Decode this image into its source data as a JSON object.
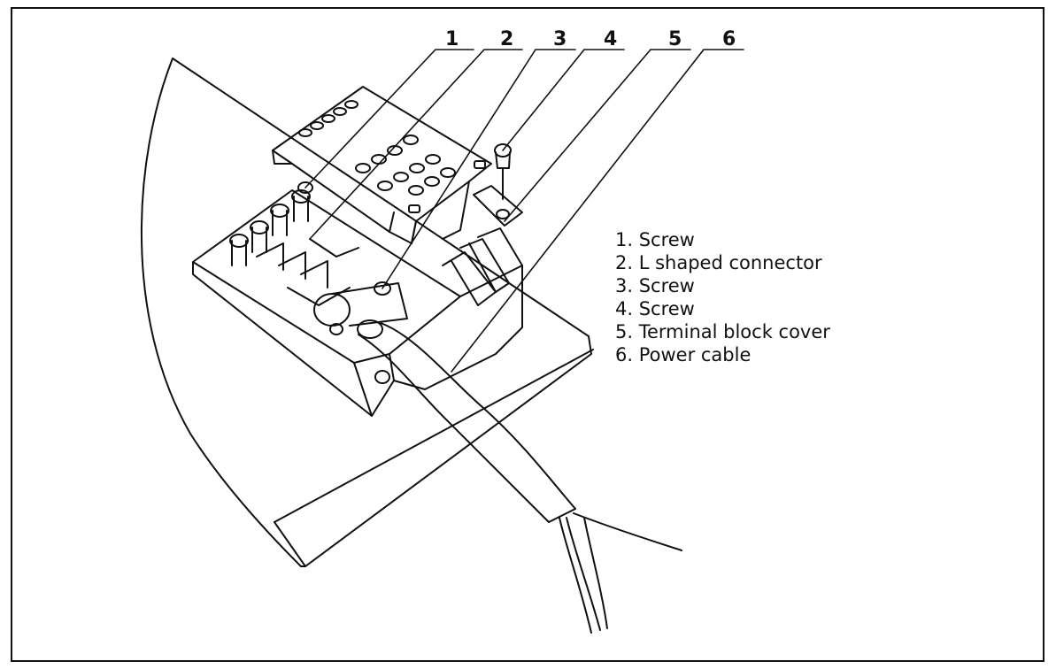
{
  "callouts": [
    "1",
    "2",
    "3",
    "4",
    "5",
    "6"
  ],
  "legend": [
    "1. Screw",
    "2. L shaped connector",
    "3. Screw",
    "4. Screw",
    "5. Terminal block cover",
    "6. Power cable"
  ],
  "colors": {
    "line": "#111111",
    "background": "#ffffff"
  }
}
